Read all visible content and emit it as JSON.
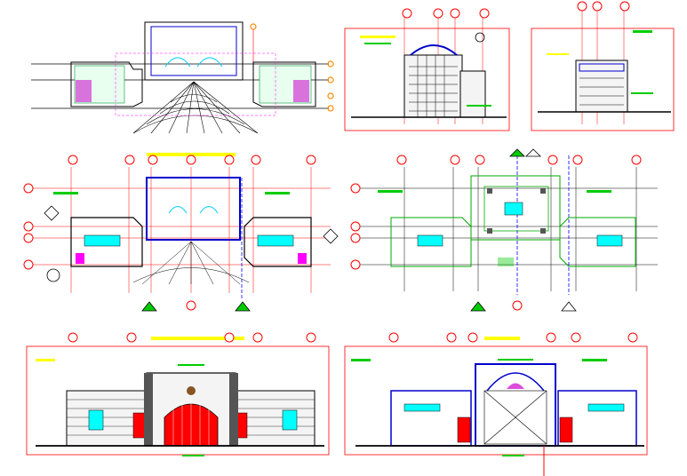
{
  "sheet": {
    "background": "#ffffff",
    "colors": {
      "linework": "#000000",
      "dimension": "#ff0000",
      "grid_bubble": "#ff0000",
      "annotation": "#00cc00",
      "text_yellow": "#ffff00",
      "structure_blue": "#0000cc",
      "glazing_cyan": "#00ffff",
      "hatch_magenta": "#ff00ff",
      "landscape_green": "#00aa00",
      "orange_marker": "#ff8800",
      "gate_fill": "#ff0000"
    },
    "drawings": [
      {
        "id": "site-plan",
        "title": ""
      },
      {
        "id": "front-elevation-small",
        "title": ""
      },
      {
        "id": "side-elevation-small",
        "title": ""
      },
      {
        "id": "ground-floor-plan",
        "title": ""
      },
      {
        "id": "roof-plan",
        "title": ""
      },
      {
        "id": "front-elevation",
        "title": ""
      },
      {
        "id": "rear-elevation",
        "title": ""
      }
    ]
  }
}
